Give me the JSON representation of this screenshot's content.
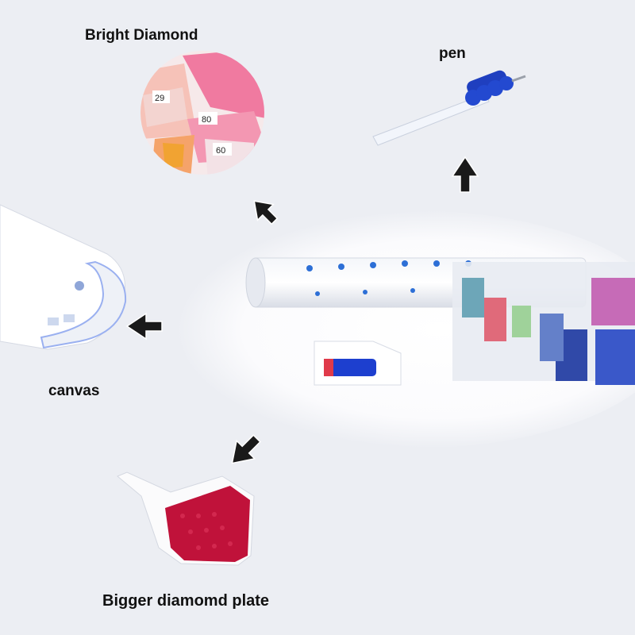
{
  "labels": {
    "bright_diamond": "Bright Diamond",
    "pen": "pen",
    "canvas": "canvas",
    "plate": "Bigger diamomd plate"
  },
  "bag_numbers": [
    "29",
    "80",
    "60"
  ],
  "colors": {
    "background": "#eceef3",
    "spotlight": "#ffffff",
    "pen_grip": "#1f3fbf",
    "drill_red": "#c0123a",
    "drill_pink": "#f07aa0",
    "arrow": "#1a1a1a"
  }
}
